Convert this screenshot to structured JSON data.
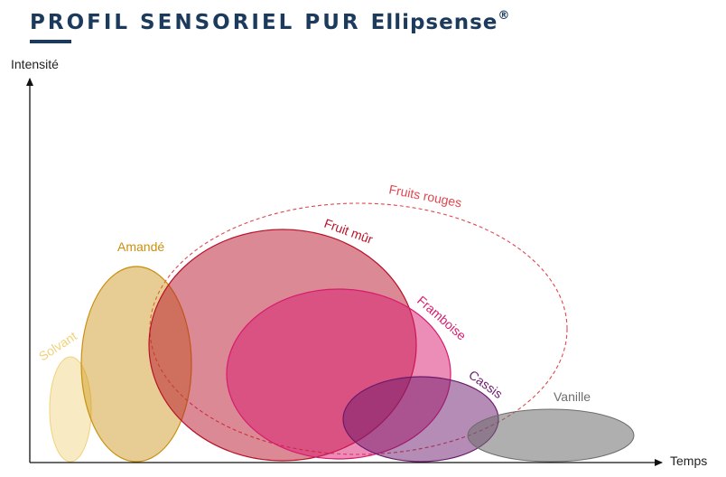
{
  "header": {
    "title_prefix": "PROFIL SENSORIEL PUR",
    "title_brand": "Ellipsense",
    "title_mark": "®",
    "title_color": "#1b3a5c"
  },
  "axes": {
    "y_label": "Intensité",
    "x_label": "Temps"
  },
  "profiles": {
    "solvant": {
      "label": "Solvant",
      "color": "#f0d27a",
      "fill_opacity": 0.45
    },
    "amande": {
      "label": "Amandé",
      "color": "#c9900f",
      "fill_opacity": 0.45
    },
    "fruitmur": {
      "label": "Fruit mûr",
      "color": "#b8132a",
      "fill_opacity": 0.5
    },
    "framboise": {
      "label": "Framboise",
      "color": "#d81b6f",
      "fill_opacity": 0.5
    },
    "cassis": {
      "label": "Cassis",
      "color": "#6b1a6b",
      "fill_opacity": 0.5
    },
    "vanille": {
      "label": "Vanille",
      "color": "#6d6d6d",
      "fill_opacity": 0.55
    },
    "fruitsrouges": {
      "label": "Fruits rouges",
      "color": "#e0474f"
    }
  }
}
